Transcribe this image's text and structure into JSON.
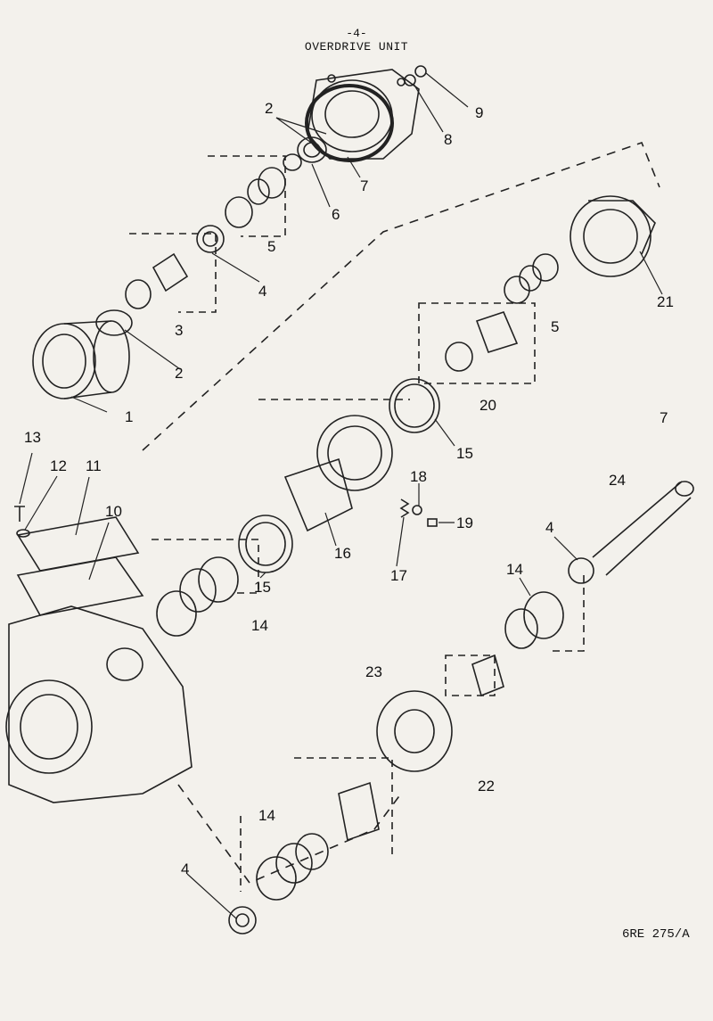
{
  "header": {
    "page_number": "-4-",
    "title": "OVERDRIVE UNIT"
  },
  "callouts": {
    "c2a": "2",
    "c9": "9",
    "c8": "8",
    "c7a": "7",
    "c6": "6",
    "c5a": "5",
    "c4a": "4",
    "c3": "3",
    "c2b": "2",
    "c1": "1",
    "c21": "21",
    "c5b": "5",
    "c20": "20",
    "c15a": "15",
    "c7b": "7",
    "c24": "24",
    "c13": "13",
    "c12": "12",
    "c11": "11",
    "c10": "10",
    "c18": "18",
    "c19": "19",
    "c4b": "4",
    "c16": "16",
    "c17": "17",
    "c15b": "15",
    "c14a": "14",
    "c14b": "14",
    "c23": "23",
    "c22": "22",
    "c14c": "14",
    "c4c": "4"
  },
  "reference_code": "6RE 275/A"
}
